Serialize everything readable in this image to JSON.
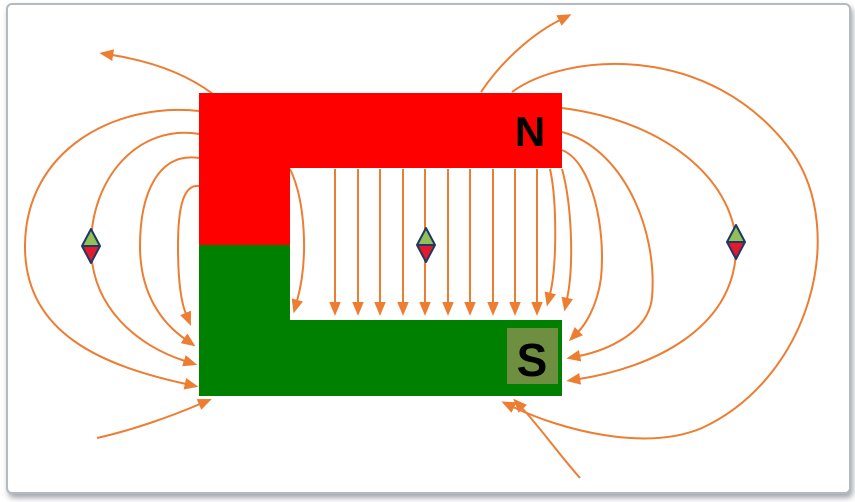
{
  "diagram": {
    "north_pole_label": "N",
    "south_pole_label": "S"
  },
  "colors": {
    "north_red": "#FF0000",
    "south_green": "#008000",
    "s_badge_olive": "#6E8F40",
    "field_line_orange": "#ED7D31",
    "compass_green": "#90C057",
    "compass_red": "#E3192E",
    "compass_navy": "#1F3864",
    "label_black": "#000000",
    "frame_border": "#B3BAC2"
  },
  "compasses": {
    "count": 3,
    "positions": [
      "left-of-magnet",
      "inside-gap",
      "right-of-magnet"
    ]
  }
}
